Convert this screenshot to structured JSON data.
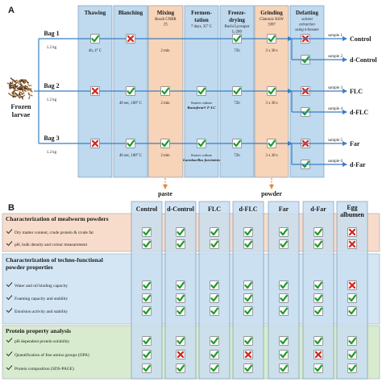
{
  "panel_a": {
    "label": "A",
    "material": {
      "line1": "Frozen",
      "line2": "larvae"
    },
    "bags": [
      {
        "name": "Bag 1",
        "amount": "1.2 kg"
      },
      {
        "name": "Bag 2",
        "amount": "1.2 kg"
      },
      {
        "name": "Bag 3",
        "amount": "1.2 kg"
      }
    ],
    "steps": [
      {
        "title": [
          "Thawing"
        ],
        "sub": [],
        "color": "#bfd9ee"
      },
      {
        "title": [
          "Blanching"
        ],
        "sub": [],
        "color": "#bfd9ee"
      },
      {
        "title": [
          "Mixing"
        ],
        "sub": [
          "Bosch CNHR",
          "25"
        ],
        "color": "#f7d4b8"
      },
      {
        "title": [
          "Fermen-",
          "tation"
        ],
        "sub": [
          "7 days, 35° C"
        ],
        "color": "#bfd9ee"
      },
      {
        "title": [
          "Freeze-",
          "drying"
        ],
        "sub": [
          "Buchi Lyovapor",
          "L-200"
        ],
        "color": "#bfd9ee"
      },
      {
        "title": [
          "Grinding"
        ],
        "sub": [
          "Clatronic KSW",
          "3307"
        ],
        "color": "#f7d4b8"
      },
      {
        "title": [
          "Defatting"
        ],
        "sub": [
          "solvent",
          "extraction",
          "using n-hexane"
        ],
        "color": "#bfd9ee"
      }
    ],
    "rows": [
      {
        "marks": [
          "check",
          "cross",
          "none",
          "none",
          "check",
          "check"
        ],
        "notes": [
          "4h, 4° C",
          "",
          "2 min",
          "",
          "72h",
          "3 x 30 s"
        ]
      },
      {
        "marks": [
          "cross",
          "check",
          "check",
          "check",
          "check",
          "check"
        ],
        "notes": [
          "",
          "40 sec, 100° C",
          "2 min",
          "Starter culture Bactoferm® F-LC",
          "72h",
          "3 x 30 s"
        ]
      },
      {
        "marks": [
          "cross",
          "check",
          "check",
          "check",
          "check",
          "check"
        ],
        "notes": [
          "",
          "40 sec, 100° C",
          "2 min",
          "Starter culture Lactobacillus farciminis",
          "72h",
          "3 x 30 s"
        ]
      }
    ],
    "defat_marks": [
      "cross",
      "check",
      "cross",
      "check",
      "cross",
      "check"
    ],
    "samples": [
      {
        "tag": "sample 1",
        "name": "Control"
      },
      {
        "tag": "sample 2",
        "name": "d-Control"
      },
      {
        "tag": "sample 3",
        "name": "FLC"
      },
      {
        "tag": "sample 4",
        "name": "d-FLC"
      },
      {
        "tag": "sample 5",
        "name": "Far"
      },
      {
        "tag": "sample 6",
        "name": "d-Far"
      }
    ],
    "outputs": {
      "paste": "paste",
      "powder": "powder"
    }
  },
  "panel_b": {
    "label": "B",
    "columns": [
      "Control",
      "d-Control",
      "FLC",
      "d-FLC",
      "Far",
      "d-Far"
    ],
    "egg_header": [
      "Egg",
      "albumen"
    ],
    "sections": [
      {
        "title": [
          "Characterization of mealworm powders"
        ],
        "color": "#f8dccb",
        "rows": [
          {
            "label": "Dry matter content, crude protein & crude fat",
            "marks": [
              "check",
              "check",
              "check",
              "check",
              "check",
              "check",
              "cross"
            ]
          },
          {
            "label": "pH, bulk density and colour measurement",
            "marks": [
              "check",
              "check",
              "check",
              "check",
              "check",
              "check",
              "cross"
            ]
          }
        ]
      },
      {
        "title": [
          "Characterization of techno-functional",
          "powder properties"
        ],
        "color": "#d4e6f4",
        "rows": [
          {
            "label": "Water and oil binding capacity",
            "marks": [
              "check",
              "check",
              "check",
              "check",
              "check",
              "check",
              "cross"
            ]
          },
          {
            "label": "Foaming capacity and stability",
            "marks": [
              "check",
              "check",
              "check",
              "check",
              "check",
              "check",
              "check"
            ]
          },
          {
            "label": "Emulsion activity and stability",
            "marks": [
              "check",
              "check",
              "check",
              "check",
              "check",
              "check",
              "check"
            ]
          }
        ]
      },
      {
        "title": [
          "Protein property analysis"
        ],
        "color": "#d9ebcf",
        "rows": [
          {
            "label": "pH dependent protein solubility",
            "marks": [
              "check",
              "check",
              "check",
              "check",
              "check",
              "check",
              "check"
            ]
          },
          {
            "label": "Quantification of free amino groups (OPA)",
            "marks": [
              "check",
              "cross",
              "check",
              "cross",
              "check",
              "cross",
              "check"
            ]
          },
          {
            "label": "Protein composition (SDS-PAGE)",
            "marks": [
              "check",
              "check",
              "check",
              "check",
              "check",
              "check",
              "check"
            ]
          }
        ]
      }
    ]
  }
}
